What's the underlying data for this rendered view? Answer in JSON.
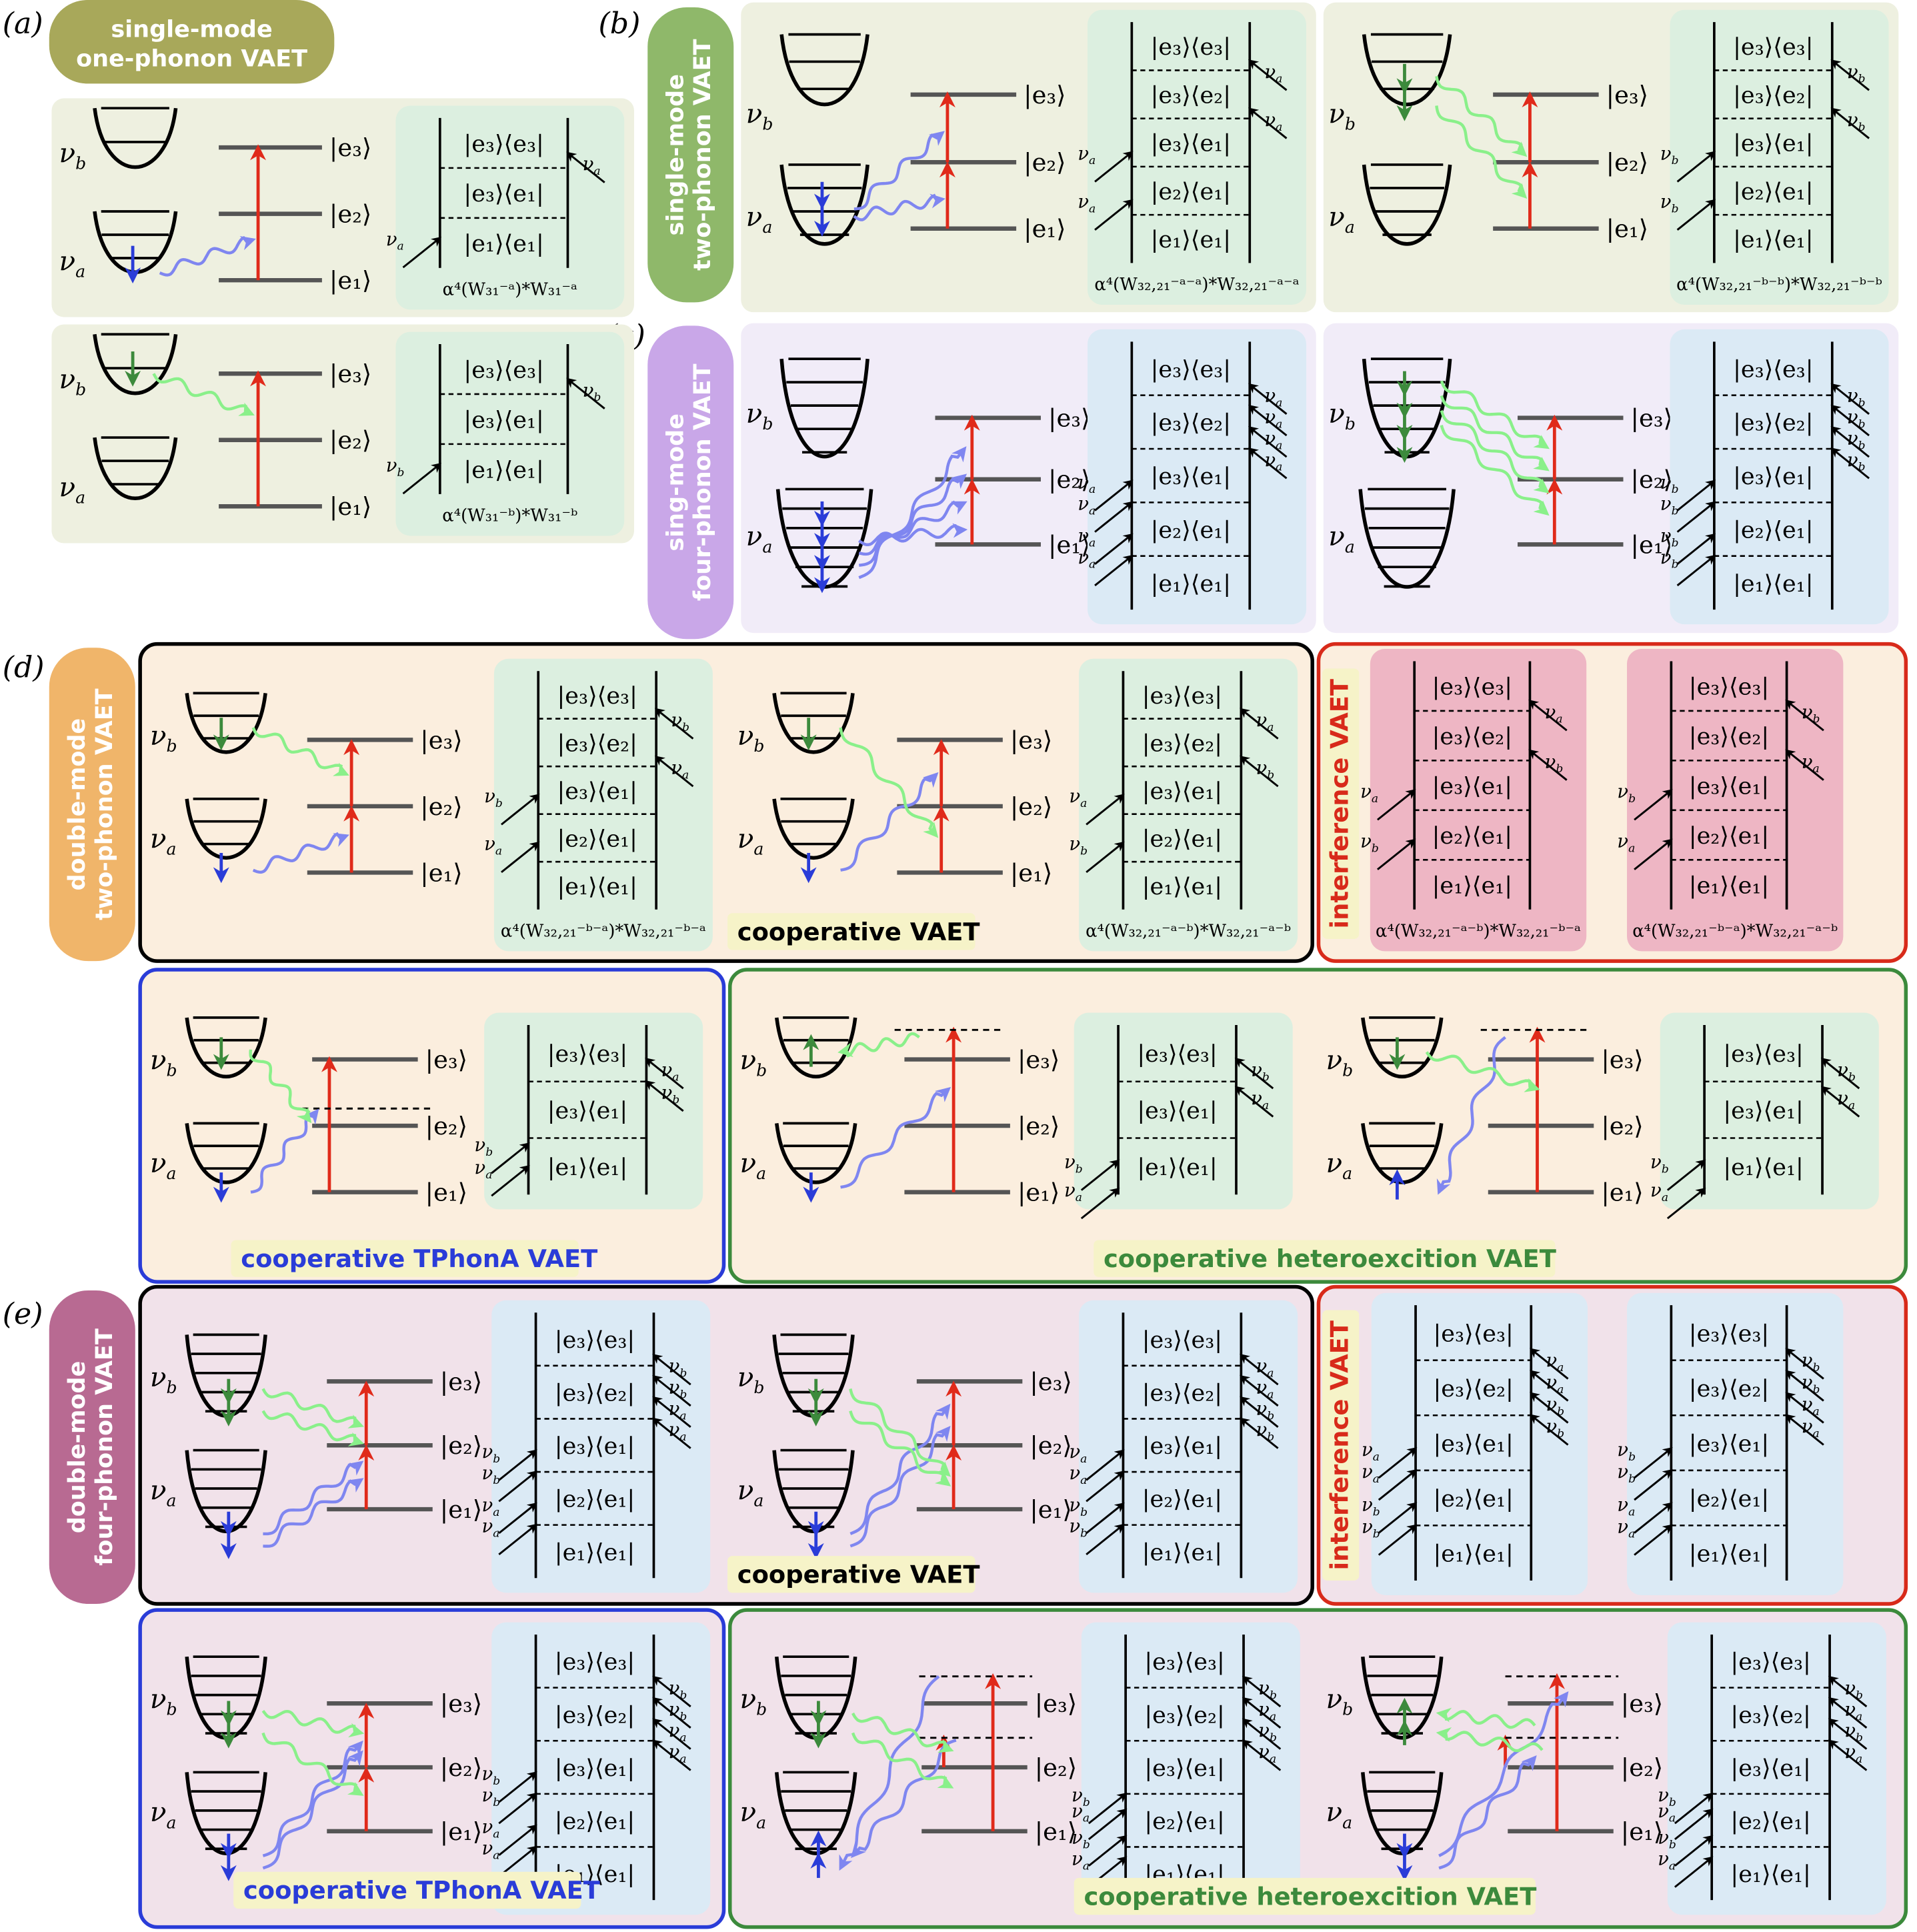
{
  "panel_labels": {
    "a": "(a)",
    "b": "(b)",
    "c": "(c)",
    "d": "(d)",
    "e": "(e)"
  },
  "pills": {
    "a": [
      "single-mode",
      "one-phonon VAET"
    ],
    "b": [
      "single-mode",
      "two-phonon VAET"
    ],
    "c": [
      "sing-mode",
      "four-phonon VAET"
    ],
    "d": [
      "double-mode",
      "two-phonon VAET"
    ],
    "e": [
      "double-mode",
      "four-phonon VAET"
    ]
  },
  "mode_labels": {
    "nu_a": "ν",
    "nu_a_sub": "a",
    "nu_b": "ν",
    "nu_b_sub": "b"
  },
  "levels": {
    "e1": "|e₁⟩",
    "e2": "|e₂⟩",
    "e3": "|e₃⟩"
  },
  "ladders": {
    "two": [
      "|e₃⟩⟨e₃|",
      "|e₃⟩⟨e₁|",
      "|e₁⟩⟨e₁|"
    ],
    "five": [
      "|e₃⟩⟨e₃|",
      "|e₃⟩⟨e₂|",
      "|e₃⟩⟨e₁|",
      "|e₂⟩⟨e₁|",
      "|e₁⟩⟨e₁|"
    ]
  },
  "formulas": {
    "a1": "α⁴(W₃₁⁻ᵃ)*W₃₁⁻ᵃ",
    "a2": "α⁴(W₃₁⁻ᵇ)*W₃₁⁻ᵇ",
    "b1": "α⁴(W₃₂,₂₁⁻ᵃ⁻ᵃ)*W₃₂,₂₁⁻ᵃ⁻ᵃ",
    "b2": "α⁴(W₃₂,₂₁⁻ᵇ⁻ᵇ)*W₃₂,₂₁⁻ᵇ⁻ᵇ",
    "d1": "α⁴(W₃₂,₂₁⁻ᵇ⁻ᵃ)*W₃₂,₂₁⁻ᵇ⁻ᵃ",
    "d2": "α⁴(W₃₂,₂₁⁻ᵃ⁻ᵇ)*W₃₂,₂₁⁻ᵃ⁻ᵇ",
    "d3": "α⁴(W₃₂,₂₁⁻ᵃ⁻ᵇ)*W₃₂,₂₁⁻ᵇ⁻ᵃ",
    "d4": "α⁴(W₃₂,₂₁⁻ᵇ⁻ᵃ)*W₃₂,₂₁⁻ᵃ⁻ᵇ"
  },
  "tags": {
    "cooperative": "cooperative VAET",
    "interference": "interference VAET",
    "tphona": "cooperative TPhonA VAET",
    "hetero": "cooperative heteroexcition VAET"
  },
  "colors": {
    "pill_a": "#a8a85a",
    "pill_b": "#8fb86a",
    "pill_c": "#c9a7e8",
    "pill_d": "#f0b56a",
    "pill_e": "#b86a92",
    "bg_a": "#eef0e0",
    "bg_c": "#f1ecf8",
    "bg_d": "#fbeede",
    "bg_e": "#f1e2ea",
    "ladder_green": "#dcefe0",
    "ladder_blue": "#dbeaf5",
    "ladder_pink": "#eeb6c4",
    "phonon_a": "#7f86f0",
    "phonon_b": "#8af08a",
    "arrow_red": "#e02a1a",
    "box_black": "#000000",
    "box_red": "#d82a1a",
    "box_blue": "#2a3cd8",
    "box_green": "#3c8a3c"
  }
}
